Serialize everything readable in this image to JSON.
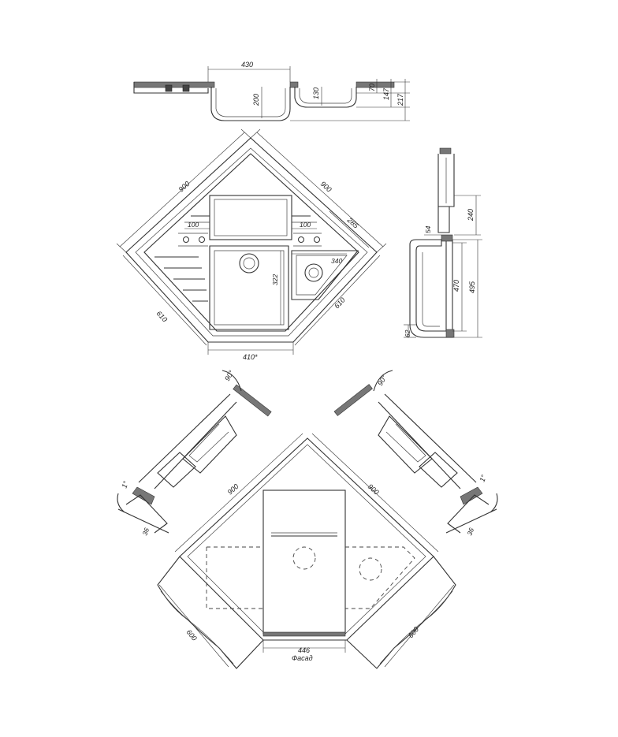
{
  "labels": {
    "top_width": "430",
    "top_depth_main": "200",
    "top_depth_small": "130",
    "top_h70": "70",
    "top_h147": "147",
    "top_h217": "217",
    "plan_900_left": "900",
    "plan_900_right": "900",
    "plan_610_left": "610",
    "plan_610_right": "610",
    "plan_285": "285",
    "plan_100_left": "100",
    "plan_100_right": "100",
    "plan_340": "340",
    "plan_322": "322",
    "plan_410": "410*",
    "side_240": "240",
    "side_54": "54",
    "side_470": "470",
    "side_495": "495",
    "side_62": "62",
    "angle_left": "90°",
    "angle_right": "90°",
    "tilt_left": "1°",
    "tilt_right": "1°",
    "h36_left": "36",
    "h36_right": "36",
    "cab_900_left": "900",
    "cab_900_right": "900",
    "cab_600_left": "600",
    "cab_600_right": "600",
    "cab_446": "446",
    "facade": "Фасад"
  }
}
